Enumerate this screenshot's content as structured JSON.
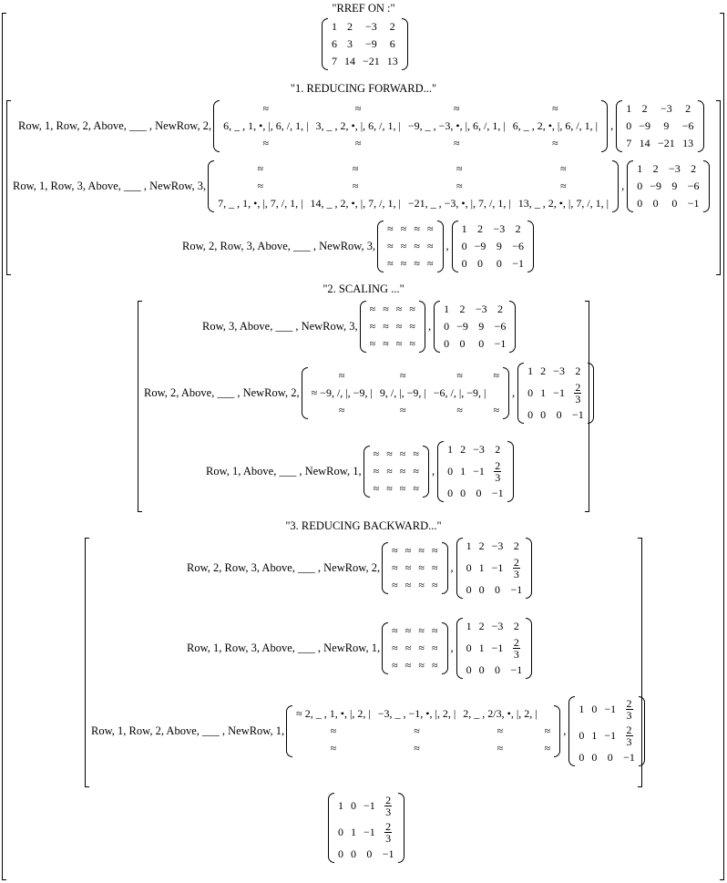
{
  "title": "\"RREF ON :\"",
  "initial_matrix": [
    [
      "1",
      "2",
      "−3",
      "2"
    ],
    [
      "6",
      "3",
      "−9",
      "6"
    ],
    [
      "7",
      "14",
      "−21",
      "13"
    ]
  ],
  "section1": {
    "title": "\"1. REDUCING FORWARD...\"",
    "ops": [
      {
        "label": "Row, 1, Row, 2, Above, ___ , NewRow, 2,",
        "op_matrix": [
          [
            "≈",
            "≈",
            "≈",
            "≈"
          ],
          [
            "6, _ , 1, •, |, 6, /, 1, |",
            "3, _ , 2, •, |, 6, /, 1, |",
            "−9, _ , −3, •, |, 6, /, 1, |",
            "6, _ , 2, •, |, 6, /, 1, |"
          ],
          [
            "≈",
            "≈",
            "≈",
            "≈"
          ]
        ],
        "result": [
          [
            "1",
            "2",
            "−3",
            "2"
          ],
          [
            "0",
            "−9",
            "9",
            "−6"
          ],
          [
            "7",
            "14",
            "−21",
            "13"
          ]
        ]
      },
      {
        "label": "Row, 1, Row, 3, Above, ___ , NewRow, 3,",
        "op_matrix": [
          [
            "≈",
            "≈",
            "≈",
            "≈"
          ],
          [
            "≈",
            "≈",
            "≈",
            "≈"
          ],
          [
            "7, _ , 1, •, |, 7, /, 1, |",
            "14, _ , 2, •, |, 7, /, 1, |",
            "−21, _ , −3, •, |, 7, /, 1, |",
            "13, _ , 2, •, |, 7, /, 1, |"
          ]
        ],
        "result": [
          [
            "1",
            "2",
            "−3",
            "2"
          ],
          [
            "0",
            "−9",
            "9",
            "−6"
          ],
          [
            "0",
            "0",
            "0",
            "−1"
          ]
        ]
      },
      {
        "label": "Row, 2, Row, 3, Above, ___ , NewRow, 3,",
        "op_matrix": [
          [
            "≈",
            "≈",
            "≈",
            "≈"
          ],
          [
            "≈",
            "≈",
            "≈",
            "≈"
          ],
          [
            "≈",
            "≈",
            "≈",
            "≈"
          ]
        ],
        "result": [
          [
            "1",
            "2",
            "−3",
            "2"
          ],
          [
            "0",
            "−9",
            "9",
            "−6"
          ],
          [
            "0",
            "0",
            "0",
            "−1"
          ]
        ]
      }
    ]
  },
  "section2": {
    "title": "\"2. SCALING ...\"",
    "ops": [
      {
        "label": "Row, 3, Above, ___ , NewRow, 3,",
        "op_matrix": [
          [
            "≈",
            "≈",
            "≈",
            "≈"
          ],
          [
            "≈",
            "≈",
            "≈",
            "≈"
          ],
          [
            "≈",
            "≈",
            "≈",
            "≈"
          ]
        ],
        "result": [
          [
            "1",
            "2",
            "−3",
            "2"
          ],
          [
            "0",
            "−9",
            "9",
            "−6"
          ],
          [
            "0",
            "0",
            "0",
            "−1"
          ]
        ]
      },
      {
        "label": "Row, 2, Above, ___ , NewRow, 2,",
        "op_matrix": [
          [
            "≈",
            "≈",
            "≈",
            "≈"
          ],
          [
            "≈ −9, /, |, −9, |",
            "9, /, |, −9, |",
            "−6, /, |, −9, |",
            ""
          ],
          [
            "≈",
            "≈",
            "≈",
            "≈"
          ]
        ],
        "result": [
          [
            "1",
            "2",
            "−3",
            "2"
          ],
          [
            "0",
            "1",
            "−1",
            "2/3"
          ],
          [
            "0",
            "0",
            "0",
            "−1"
          ]
        ]
      },
      {
        "label": "Row, 1, Above, ___ , NewRow, 1,",
        "op_matrix": [
          [
            "≈",
            "≈",
            "≈",
            "≈"
          ],
          [
            "≈",
            "≈",
            "≈",
            "≈"
          ],
          [
            "≈",
            "≈",
            "≈",
            "≈"
          ]
        ],
        "result": [
          [
            "1",
            "2",
            "−3",
            "2"
          ],
          [
            "0",
            "1",
            "−1",
            "2/3"
          ],
          [
            "0",
            "0",
            "0",
            "−1"
          ]
        ]
      }
    ]
  },
  "section3": {
    "title": "\"3. REDUCING BACKWARD...\"",
    "ops": [
      {
        "label": "Row, 2, Row, 3, Above, ___ , NewRow, 2,",
        "op_matrix": [
          [
            "≈",
            "≈",
            "≈",
            "≈"
          ],
          [
            "≈",
            "≈",
            "≈",
            "≈"
          ],
          [
            "≈",
            "≈",
            "≈",
            "≈"
          ]
        ],
        "result": [
          [
            "1",
            "2",
            "−3",
            "2"
          ],
          [
            "0",
            "1",
            "−1",
            "2/3"
          ],
          [
            "0",
            "0",
            "0",
            "−1"
          ]
        ]
      },
      {
        "label": "Row, 1, Row, 3, Above, ___ , NewRow, 1,",
        "op_matrix": [
          [
            "≈",
            "≈",
            "≈",
            "≈"
          ],
          [
            "≈",
            "≈",
            "≈",
            "≈"
          ],
          [
            "≈",
            "≈",
            "≈",
            "≈"
          ]
        ],
        "result": [
          [
            "1",
            "2",
            "−3",
            "2"
          ],
          [
            "0",
            "1",
            "−1",
            "2/3"
          ],
          [
            "0",
            "0",
            "0",
            "−1"
          ]
        ]
      },
      {
        "label": "Row, 1, Row, 2, Above, ___ , NewRow, 1,",
        "op_matrix": [
          [
            "≈  2, _ , 1, •, |, 2, |",
            "−3, _ , −1, •, |, 2, |",
            "2, _ , 2/3, •, |, 2, |",
            ""
          ],
          [
            "≈",
            "≈",
            "≈",
            "≈"
          ],
          [
            "≈",
            "≈",
            "≈",
            "≈"
          ]
        ],
        "result": [
          [
            "1",
            "0",
            "−1",
            "2/3"
          ],
          [
            "0",
            "1",
            "−1",
            "2/3"
          ],
          [
            "0",
            "0",
            "0",
            "−1"
          ]
        ]
      }
    ]
  },
  "final_matrix": [
    [
      "1",
      "0",
      "−1",
      "2/3"
    ],
    [
      "0",
      "1",
      "−1",
      "2/3"
    ],
    [
      "0",
      "0",
      "0",
      "−1"
    ]
  ]
}
